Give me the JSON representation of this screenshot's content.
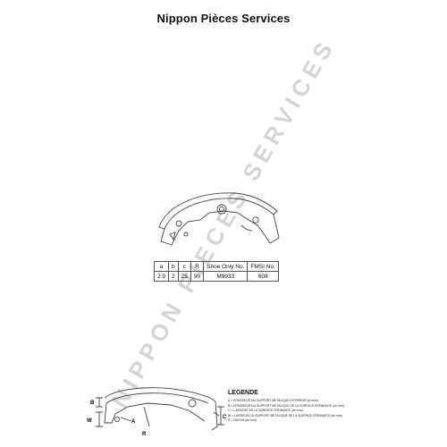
{
  "page": {
    "title": "Nippon Pièces Services"
  },
  "watermark": "NIPPON PIECES SERVICES",
  "spec_table": {
    "headers": [
      "a",
      "b",
      "c",
      "R",
      "Shoe Only No.",
      "FMSI No."
    ],
    "values": [
      "2.9",
      "2",
      "25",
      "90",
      "M9933",
      "608"
    ]
  },
  "diagram": {
    "labels": {
      "B": "B",
      "W": "W",
      "A": "A",
      "R": "R",
      "C": "C"
    }
  },
  "legend": {
    "title": "LEGENDE",
    "lines": [
      "A = EPAISSEUR DU SUPPORT METALIQUE INTERIEUR (en mm)",
      "B = EPAISSEUR DU SUPPORT METALIQUE DE LA SURFACE FREINANTE (en mm)",
      "C = LARGEUR DE LA SURFACE FREINANTE (en mm)",
      "W = LARGEUR DU SUPPORT METALIQUE DE LA SURFACE FREINANTE (en mm)",
      "R = RAYON (en mm)"
    ]
  }
}
